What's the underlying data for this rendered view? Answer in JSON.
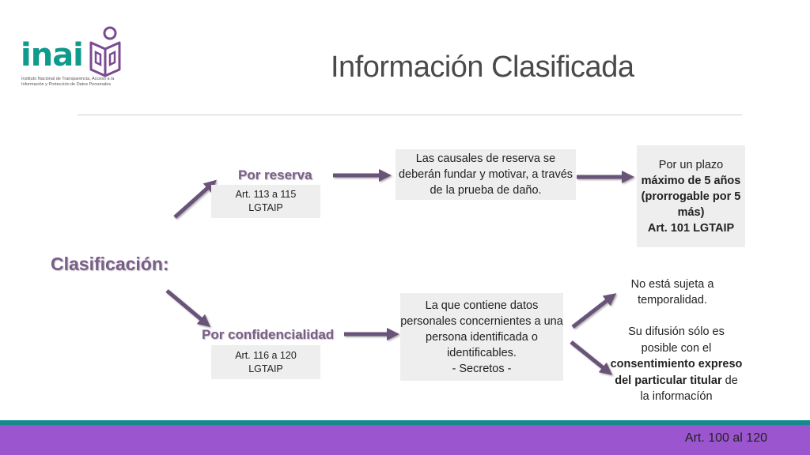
{
  "logo": {
    "wordmark": "inai",
    "subtitle": "Instituto Nacional de Transparencia, Acceso a la Información y Protección de Datos Personales"
  },
  "title": "Información Clasificada",
  "root_label": "Clasificación:",
  "reserva": {
    "label": "Por reserva",
    "article_1": "Art. 113 a 115",
    "article_2": "LGTAIP",
    "causales": "Las causales de reserva se deberán fundar y motivar, a través de la prueba de daño.",
    "plazo_1": "Por un plazo",
    "plazo_2": "máximo de 5 años (prorrogable por 5 más)",
    "plazo_3": "Art. 101 LGTAIP"
  },
  "confidencialidad": {
    "label": "Por confidencialidad",
    "article_1": "Art. 116 a 120",
    "article_2": "LGTAIP",
    "datos": "La que contiene datos personales concernientes a una persona identificada o identificables.",
    "secretos": "- Secretos -",
    "temporalidad": "No está sujeta a temporalidad.",
    "difusion_1": "Su difusión sólo es posible con el",
    "difusion_2": "consentimiento expreso del particular titular",
    "difusion_3": "de la informacíón"
  },
  "footer": "Art. 100 al 120",
  "colors": {
    "accent_teal": "#0e9a8c",
    "arrow_purple": "#6b5278",
    "label_purple": "#7a5e89",
    "band_teal": "#148a8f",
    "band_purple": "#9b55cf"
  }
}
